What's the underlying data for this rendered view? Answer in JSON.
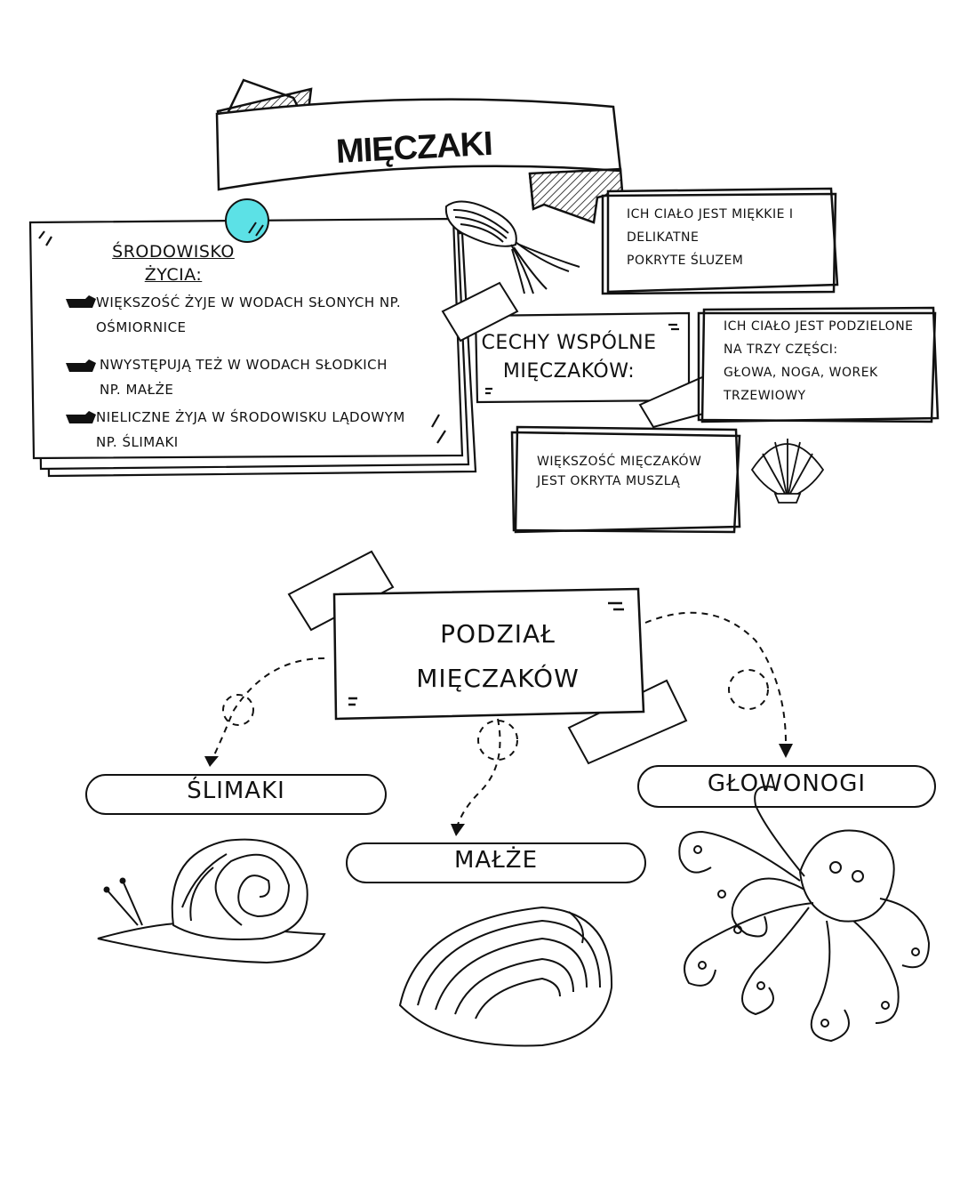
{
  "title": "MIĘCZAKI",
  "environment": {
    "heading_line1": "ŚRODOWISKO",
    "heading_line2": "ŻYCIA:",
    "items": [
      {
        "line1": "WIĘKSZOŚĆ ŻYJE W WODACH SŁONYCH NP.",
        "line2": "OŚMIORNICE"
      },
      {
        "line1": "NWYSTĘPUJĄ TEŻ W WODACH SŁODKICH",
        "line2": "NP. MAŁŻE"
      },
      {
        "line1": "NIELICZNE ŻYJA W ŚRODOWISKU LĄDOWYM",
        "line2": "NP. ŚLIMAKI"
      }
    ]
  },
  "features": {
    "title_line1": "CECHY WSPÓLNE",
    "title_line2": "MIĘCZAKÓW:",
    "cards": [
      {
        "lines": [
          "ICH CIAŁO JEST MIĘKKIE I",
          "DELIKATNE",
          "POKRYTE ŚLUZEM"
        ]
      },
      {
        "lines": [
          "ICH CIAŁO JEST PODZIELONE",
          "NA TRZY CZĘŚCI:",
          "GŁOWA, NOGA, WOREK",
          "TRZEWIOWY"
        ]
      },
      {
        "lines": [
          "WIĘKSZOŚĆ MIĘCZAKÓW",
          "JEST OKRYTA MUSZLĄ"
        ]
      }
    ]
  },
  "division": {
    "title_line1": "PODZIAŁ",
    "title_line2": "MIĘCZAKÓW",
    "groups": {
      "snails": "ŚLIMAKI",
      "bivalves": "MAŁŻE",
      "cephalopods": "GŁOWONOGI"
    }
  },
  "colors": {
    "accent_circle": "#5ce1e6",
    "ink": "#111111"
  },
  "icons": [
    "squid-icon",
    "shell-icon",
    "snail-icon",
    "clam-icon",
    "octopus-icon",
    "pointing-hand-icon",
    "tape-icon"
  ]
}
